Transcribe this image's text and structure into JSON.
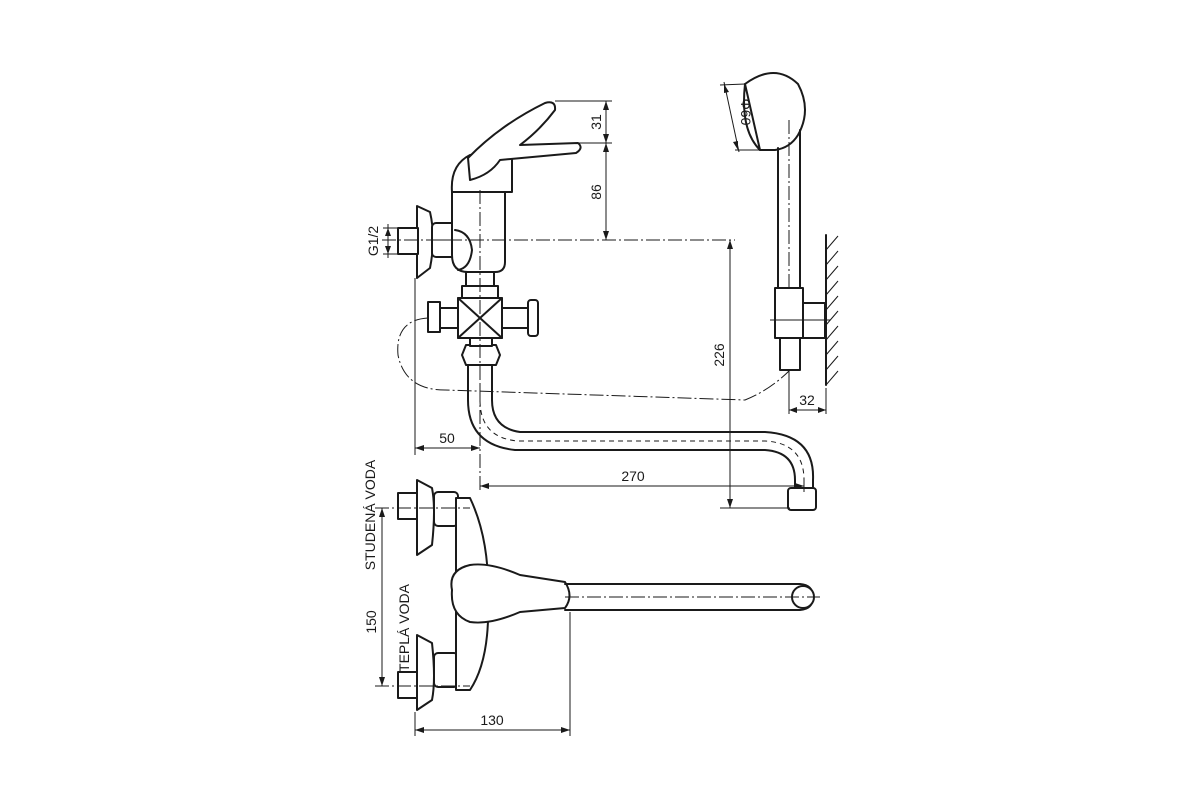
{
  "dimensions": {
    "handle_height": "31",
    "handle_offset": "86",
    "thread": "G1/2",
    "spout_drop": "226",
    "body_depth": "50",
    "spout_reach": "270",
    "shower_head_diameter": "Φ60",
    "holder_offset": "32",
    "inlet_spacing": "150",
    "front_width": "130"
  },
  "labels": {
    "cold_water": "STUDENÁ VODA",
    "hot_water": "TEPLÁ VODA"
  }
}
